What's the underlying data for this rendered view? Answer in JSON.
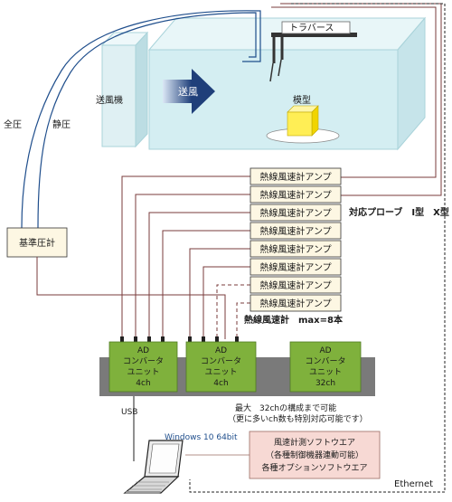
{
  "labels": {
    "traverse": "トラバース",
    "blower": "送風機",
    "airflow": "送風",
    "model": "模型",
    "total_pressure": "全圧",
    "static_pressure": "静圧",
    "reference_manometer": "基準圧計",
    "amp": "熱線風速計アンプ",
    "probe": "対応プローブ　I型　X型",
    "max": "熱線風速計　max=8本",
    "usb": "USB",
    "windows": "Windows 10  64bit",
    "ethernet": "Ethernet",
    "note_line1": "最大　32chの構成まで可能",
    "note_line2": "（更に多いch数も特別対応可能です）",
    "software_line1": "風速計測ソフトウエア",
    "software_line2": "（各種制御機器連動可能）",
    "software_line3": "各種オプションソフトウエア"
  },
  "converters": [
    {
      "line1": "AD",
      "line2": "コンバータ",
      "line3": "ユニット",
      "line4": "4ch"
    },
    {
      "line1": "AD",
      "line2": "コンバータ",
      "line3": "ユニット",
      "line4": "4ch"
    },
    {
      "line1": "AD",
      "line2": "コンバータ",
      "line3": "ユニット",
      "line4": "32ch"
    }
  ],
  "amp_count": 8,
  "colors": {
    "tunnel": "#d4eef2",
    "converter": "#7fb13c",
    "rack": "#7a7a7a",
    "software_box": "#f7d9d4",
    "cable": "#7a3b3b",
    "amp_box": "#fdf7e3",
    "model": "#ffee55",
    "arrow": "#1f3f7a"
  }
}
